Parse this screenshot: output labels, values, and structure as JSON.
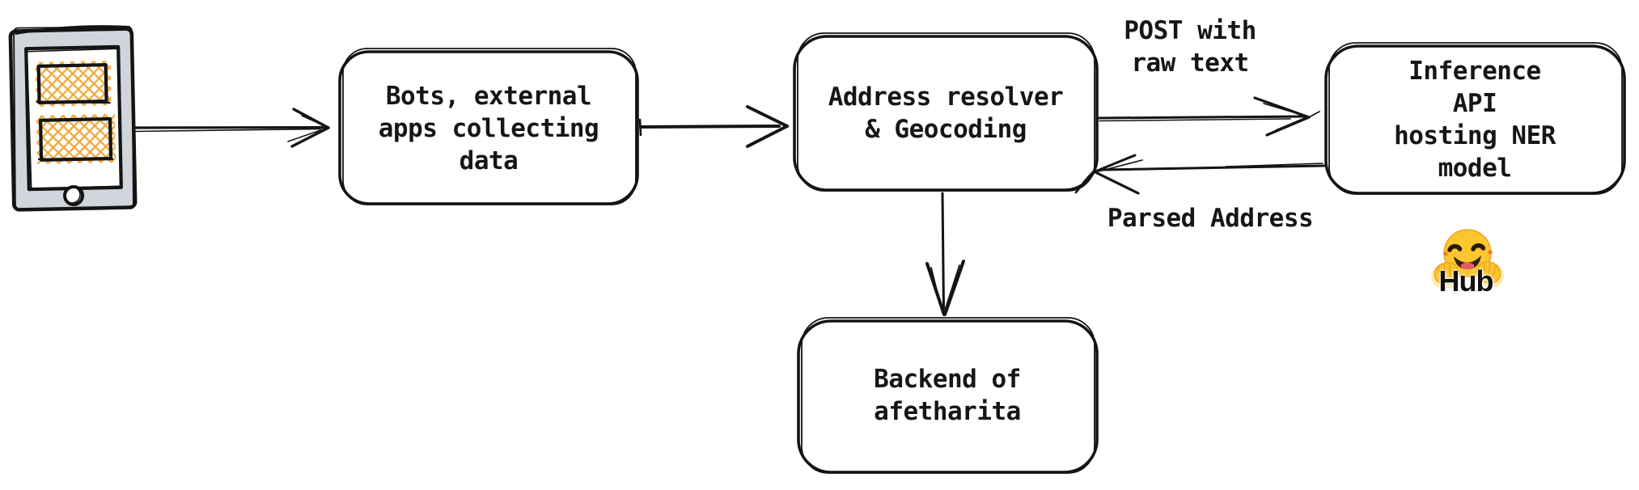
{
  "diagram": {
    "title": "address-resolution-architecture",
    "background": "#ffffff",
    "stroke_color": "#161616",
    "nodes": {
      "device": {
        "icon": "mobile-device-icon",
        "label": ""
      },
      "bots": {
        "label": "Bots, external\napps collecting\ndata"
      },
      "resolver": {
        "label": "Address resolver\n& Geocoding"
      },
      "inference": {
        "label": "Inference API\nhosting NER model"
      },
      "backend": {
        "label": "Backend of\nafetharita"
      }
    },
    "edges": [
      {
        "from": "device",
        "to": "bots",
        "label": ""
      },
      {
        "from": "bots",
        "to": "resolver",
        "label": ""
      },
      {
        "from": "resolver",
        "to": "inference",
        "label": "POST with\nraw text"
      },
      {
        "from": "inference",
        "to": "resolver",
        "label": "Parsed Address"
      },
      {
        "from": "resolver",
        "to": "backend",
        "label": ""
      }
    ],
    "hub": {
      "icon": "hugging-face-emoji-icon",
      "label": "Hub"
    },
    "colors": {
      "phone_frame": "#cfd5db",
      "screen_white": "#ffffff",
      "highlight_hatch": "#f2a93c",
      "emoji_yellow": "#fcc62e",
      "emoji_mouth": "#302015",
      "emoji_tongue": "#e65a65",
      "text": "#161616"
    }
  }
}
